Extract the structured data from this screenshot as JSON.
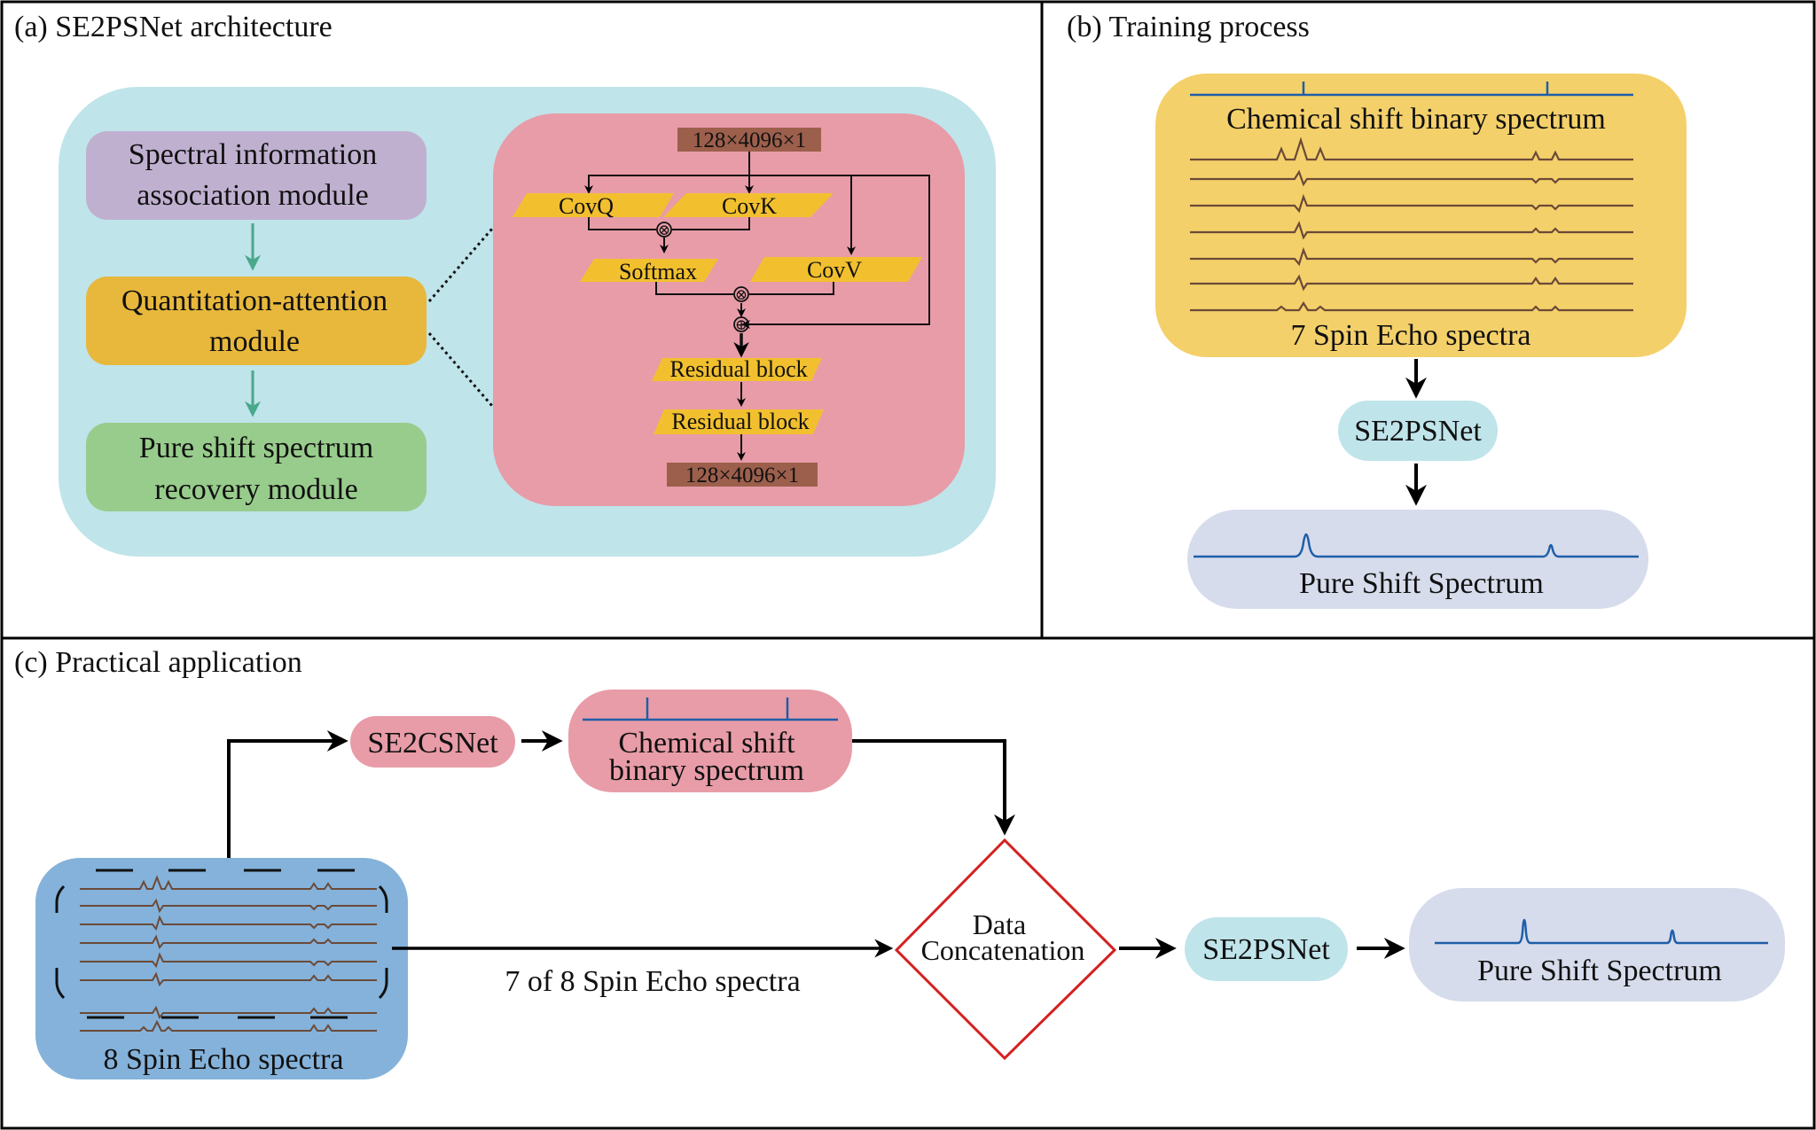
{
  "colors": {
    "panel_border": "#000000",
    "architecture_bg": "#bfe4ea",
    "attention_bg": "#e89ca8",
    "spectral_module": "#c0b0d0",
    "quantitation_module": "#e8b83c",
    "recovery_module": "#98cc8c",
    "green_arrow": "#4aa88a",
    "conv_block": "#f2c02e",
    "size_block": "#9c5f4c",
    "training_bg": "#f4d06a",
    "net_bg": "#bfe4ea",
    "pure_shift_bg": "#d6dcec",
    "se2csnet_bg": "#e89ca8",
    "input_bg": "#84b2da",
    "diamond": "#d42020",
    "spectrum_blue": "#1f5ea8",
    "spectrum_brown": "#6b4a38"
  },
  "panel_a": {
    "title": "(a) SE2PSNet architecture",
    "spectral_module": [
      "Spectral information",
      "association module"
    ],
    "quantitation_module": [
      "Quantitation-attention",
      "module"
    ],
    "recovery_module": [
      "Pure shift spectrum",
      "recovery module"
    ],
    "attention": {
      "input_size": "128×4096×1",
      "covq": "CovQ",
      "covk": "CovK",
      "covv": "CovV",
      "softmax": "Softmax",
      "multiply_symbol": "⊗",
      "add_symbol": "⊕",
      "residual_1": "Residual block",
      "residual_2": "Residual block",
      "output_size": "128×4096×1"
    }
  },
  "panel_b": {
    "title": "(b) Training process",
    "binary_label": "Chemical shift binary spectrum",
    "echo_label": "7 Spin Echo spectra",
    "net_label": "SE2PSNet",
    "output_label": "Pure Shift Spectrum"
  },
  "panel_c": {
    "title": "(c) Practical application",
    "se2csnet": "SE2CSNet",
    "binary_label": [
      "Chemical shift",
      "binary spectrum"
    ],
    "input_label": "8 Spin Echo spectra",
    "selection_label": "7 of 8 Spin Echo spectra",
    "concat_label": [
      "Data",
      "Concatenation"
    ],
    "net_label": "SE2PSNet",
    "output_label": "Pure Shift Spectrum"
  }
}
